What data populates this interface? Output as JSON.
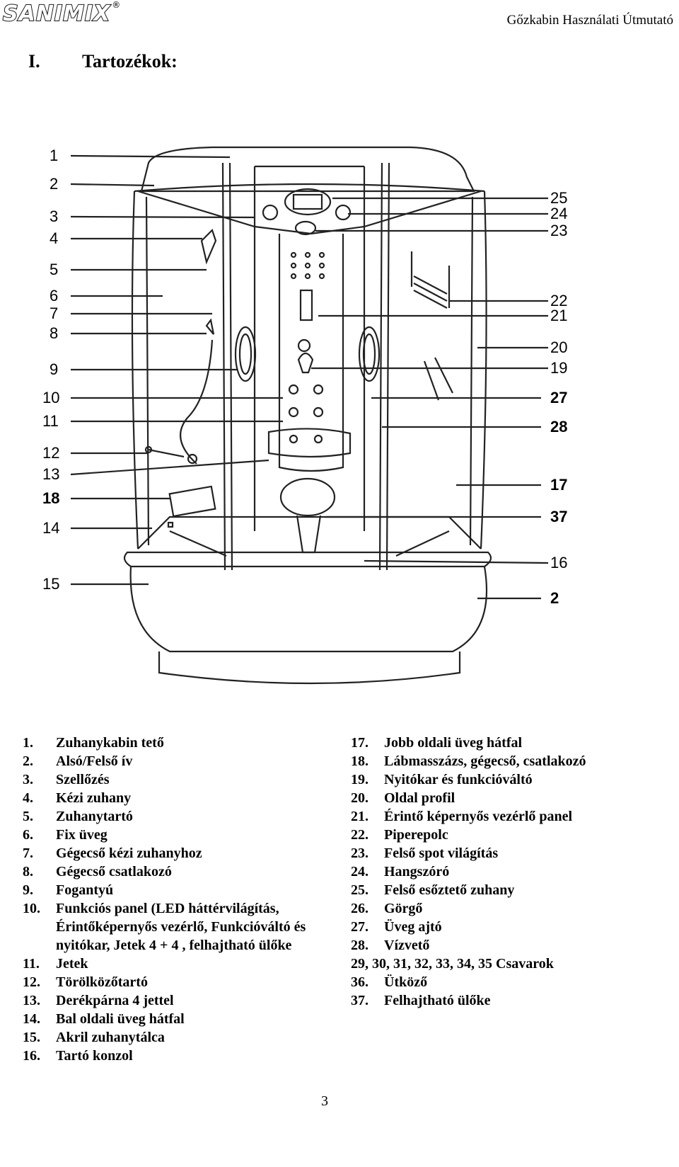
{
  "header": {
    "logo_text": "SANIMIX",
    "logo_mark": "®",
    "title": "Gőzkabin Használati Útmutató"
  },
  "section": {
    "number": "I.",
    "title": "Tartozékok:"
  },
  "diagram": {
    "left_callouts": [
      "1",
      "2",
      "3",
      "4",
      "5",
      "6",
      "7",
      "8",
      "9",
      "10",
      "11",
      "12",
      "13",
      "18",
      "14",
      "15"
    ],
    "right_callouts": [
      "25",
      "24",
      "23",
      "22",
      "21",
      "20",
      "19",
      "27",
      "28",
      "17",
      "37",
      "16",
      "2"
    ]
  },
  "legend_left": [
    {
      "n": "1.",
      "t": "Zuhanykabin tető"
    },
    {
      "n": "2.",
      "t": "Alsó/Felső ív"
    },
    {
      "n": "3.",
      "t": "Szellőzés"
    },
    {
      "n": "4.",
      "t": "Kézi zuhany"
    },
    {
      "n": "5.",
      "t": "Zuhanytartó"
    },
    {
      "n": "6.",
      "t": "Fix üveg"
    },
    {
      "n": "7.",
      "t": "Gégecső kézi zuhanyhoz"
    },
    {
      "n": "8.",
      "t": "Gégecső csatlakozó"
    },
    {
      "n": "9.",
      "t": "Fogantyú"
    },
    {
      "n": "10.",
      "t": "Funkciós panel (LED háttérvilágítás, Érintőképernyős vezérlő, Funkcióváltó és nyitókar, Jetek 4 + 4 , felhajtható ülőke"
    },
    {
      "n": "11.",
      "t": "Jetek"
    },
    {
      "n": "12.",
      "t": "Törölközőtartó"
    },
    {
      "n": "13.",
      "t": "Derékpárna 4 jettel"
    },
    {
      "n": "14.",
      "t": "Bal oldali üveg hátfal"
    },
    {
      "n": "15.",
      "t": "Akril zuhanytálca"
    },
    {
      "n": "16.",
      "t": "Tartó konzol"
    }
  ],
  "legend_right": [
    {
      "n": "17.",
      "t": "Jobb oldali üveg hátfal"
    },
    {
      "n": "18.",
      "t": "Lábmasszázs, gégecső, csatlakozó"
    },
    {
      "n": "19.",
      "t": "Nyitókar és funkcióváltó"
    },
    {
      "n": "20.",
      "t": "Oldal profil"
    },
    {
      "n": "21.",
      "t": "Érintő képernyős vezérlő panel"
    },
    {
      "n": "22.",
      "t": "Piperepolc"
    },
    {
      "n": "23.",
      "t": "Felső spot világítás"
    },
    {
      "n": "24.",
      "t": "Hangszóró"
    },
    {
      "n": "25.",
      "t": "Felső esőztető zuhany"
    },
    {
      "n": "26.",
      "t": "Görgő"
    },
    {
      "n": "27.",
      "t": "Üveg ajtó"
    },
    {
      "n": "28.",
      "t": "Vízvető"
    },
    {
      "n": "",
      "t": "29, 30, 31, 32, 33, 34, 35 Csavarok"
    },
    {
      "n": "36.",
      "t": "Ütköző"
    },
    {
      "n": "37.",
      "t": "Felhajtható ülőke"
    }
  ],
  "footer": {
    "page_number": "3"
  }
}
